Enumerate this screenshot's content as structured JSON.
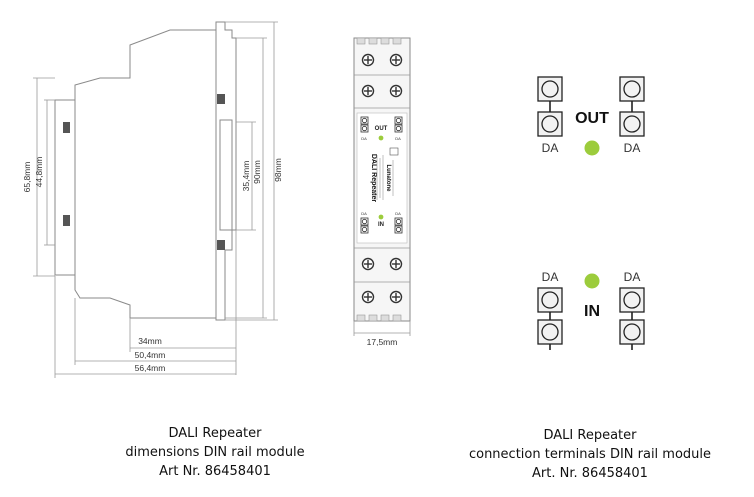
{
  "side_view": {
    "heights": [
      "65,8mm",
      "44,8mm",
      "35,4mm",
      "90mm",
      "98mm"
    ],
    "widths": [
      "34mm",
      "50,4mm",
      "56,4mm"
    ]
  },
  "front_view": {
    "width_label": "17,5mm",
    "title": "DALI Repeater",
    "brand": "Lunatone",
    "out_label": "OUT",
    "in_label": "IN",
    "terminal_label": "DA"
  },
  "terminals": {
    "out_label": "OUT",
    "in_label": "IN",
    "da_label": "DA",
    "led_color": "#9ccc3c"
  },
  "captions": {
    "left": {
      "line1": "DALI Repeater",
      "line2": "dimensions DIN rail module",
      "line3": "Art Nr. 86458401"
    },
    "right": {
      "line1": "DALI Repeater",
      "line2": "connection terminals DIN rail module",
      "line3": "Art. Nr. 86458401"
    }
  }
}
